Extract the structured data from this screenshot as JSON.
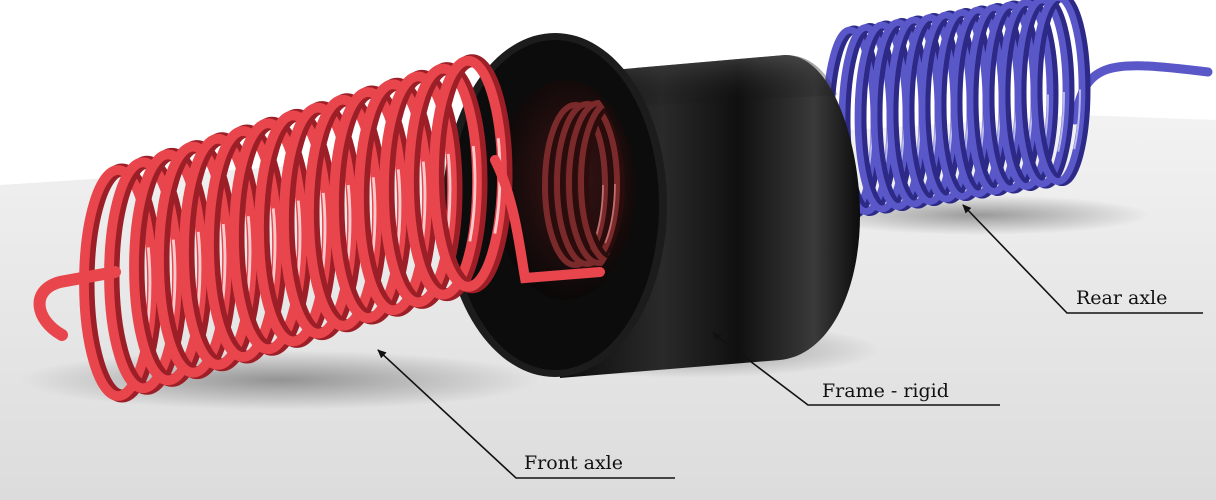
{
  "labels": {
    "front_axle": "Front axle",
    "frame": "Frame - rigid",
    "rear_axle": "Rear axle"
  },
  "colors": {
    "front_spring": "#e8454c",
    "rear_spring": "#5a58c8",
    "frame": "#151515",
    "surface": "#e6e6e6",
    "background": "#ffffff",
    "leader_line": "#111111"
  },
  "parts": [
    {
      "name": "front-axle",
      "kind": "coil-spring",
      "color": "red"
    },
    {
      "name": "frame",
      "kind": "rigid-cylinder",
      "color": "black"
    },
    {
      "name": "rear-axle",
      "kind": "coil-spring",
      "color": "blue"
    }
  ]
}
